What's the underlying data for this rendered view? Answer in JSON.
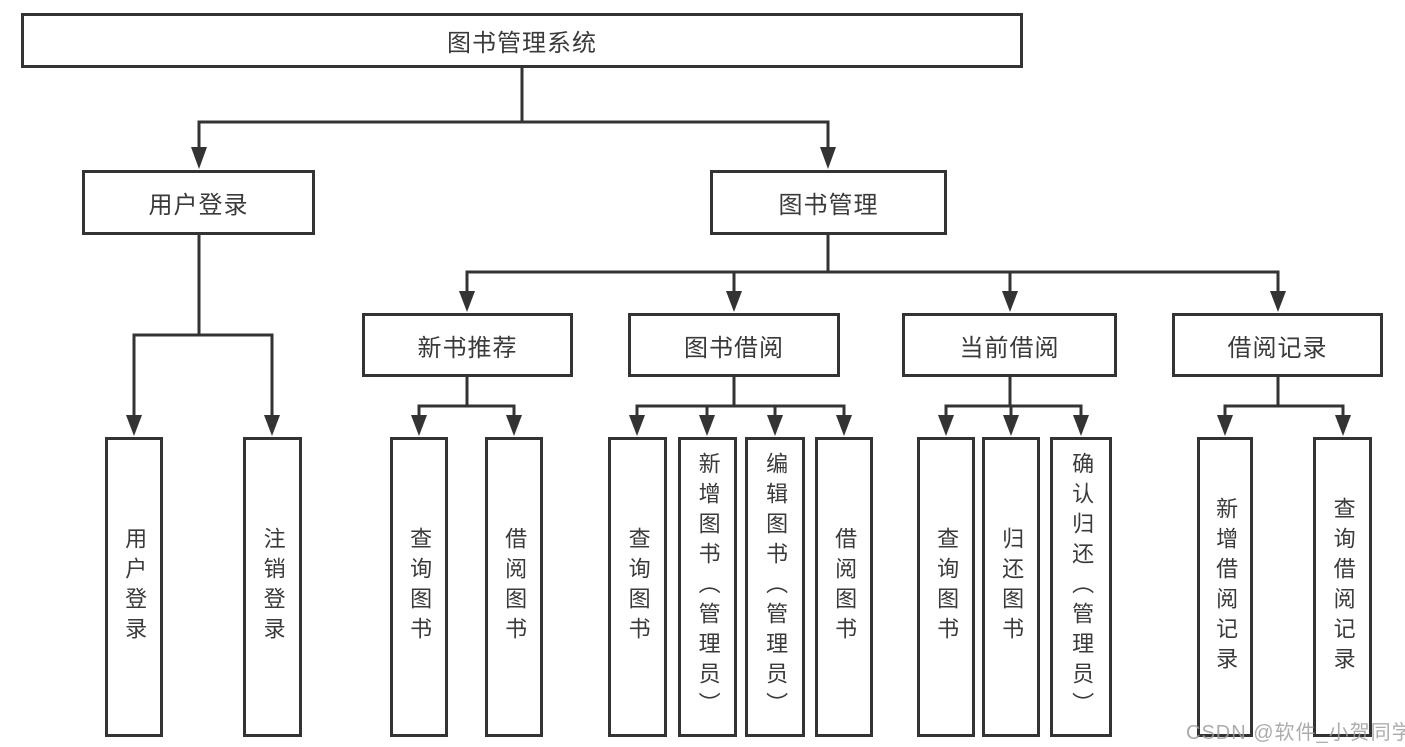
{
  "page": {
    "background": "#ffffff",
    "watermark": "CSDN @软件_小贺同学"
  },
  "colors": {
    "line": "#333333",
    "text": "#3a3a3a",
    "box_fill": "#ffffff",
    "watermark": "#9e9e9e"
  },
  "tree": {
    "root": "图书管理系统",
    "level2": {
      "user_login": "用户登录",
      "book_management": "图书管理"
    },
    "level3": {
      "new_book_recommend": "新书推荐",
      "book_borrow": "图书借阅",
      "current_borrow": "当前借阅",
      "borrow_record": "借阅记录"
    },
    "leaves": {
      "user_login": [
        "用户登录",
        "注销登录"
      ],
      "new_book_recommend": [
        "查询图书",
        "借阅图书"
      ],
      "book_borrow": [
        "查询图书",
        "新增图书（管理员）",
        "编辑图书（管理员）",
        "借阅图书"
      ],
      "current_borrow": [
        "查询图书",
        "归还图书",
        "确认归还（管理员）"
      ],
      "borrow_record": [
        "新增借阅记录",
        "查询借阅记录"
      ]
    }
  }
}
